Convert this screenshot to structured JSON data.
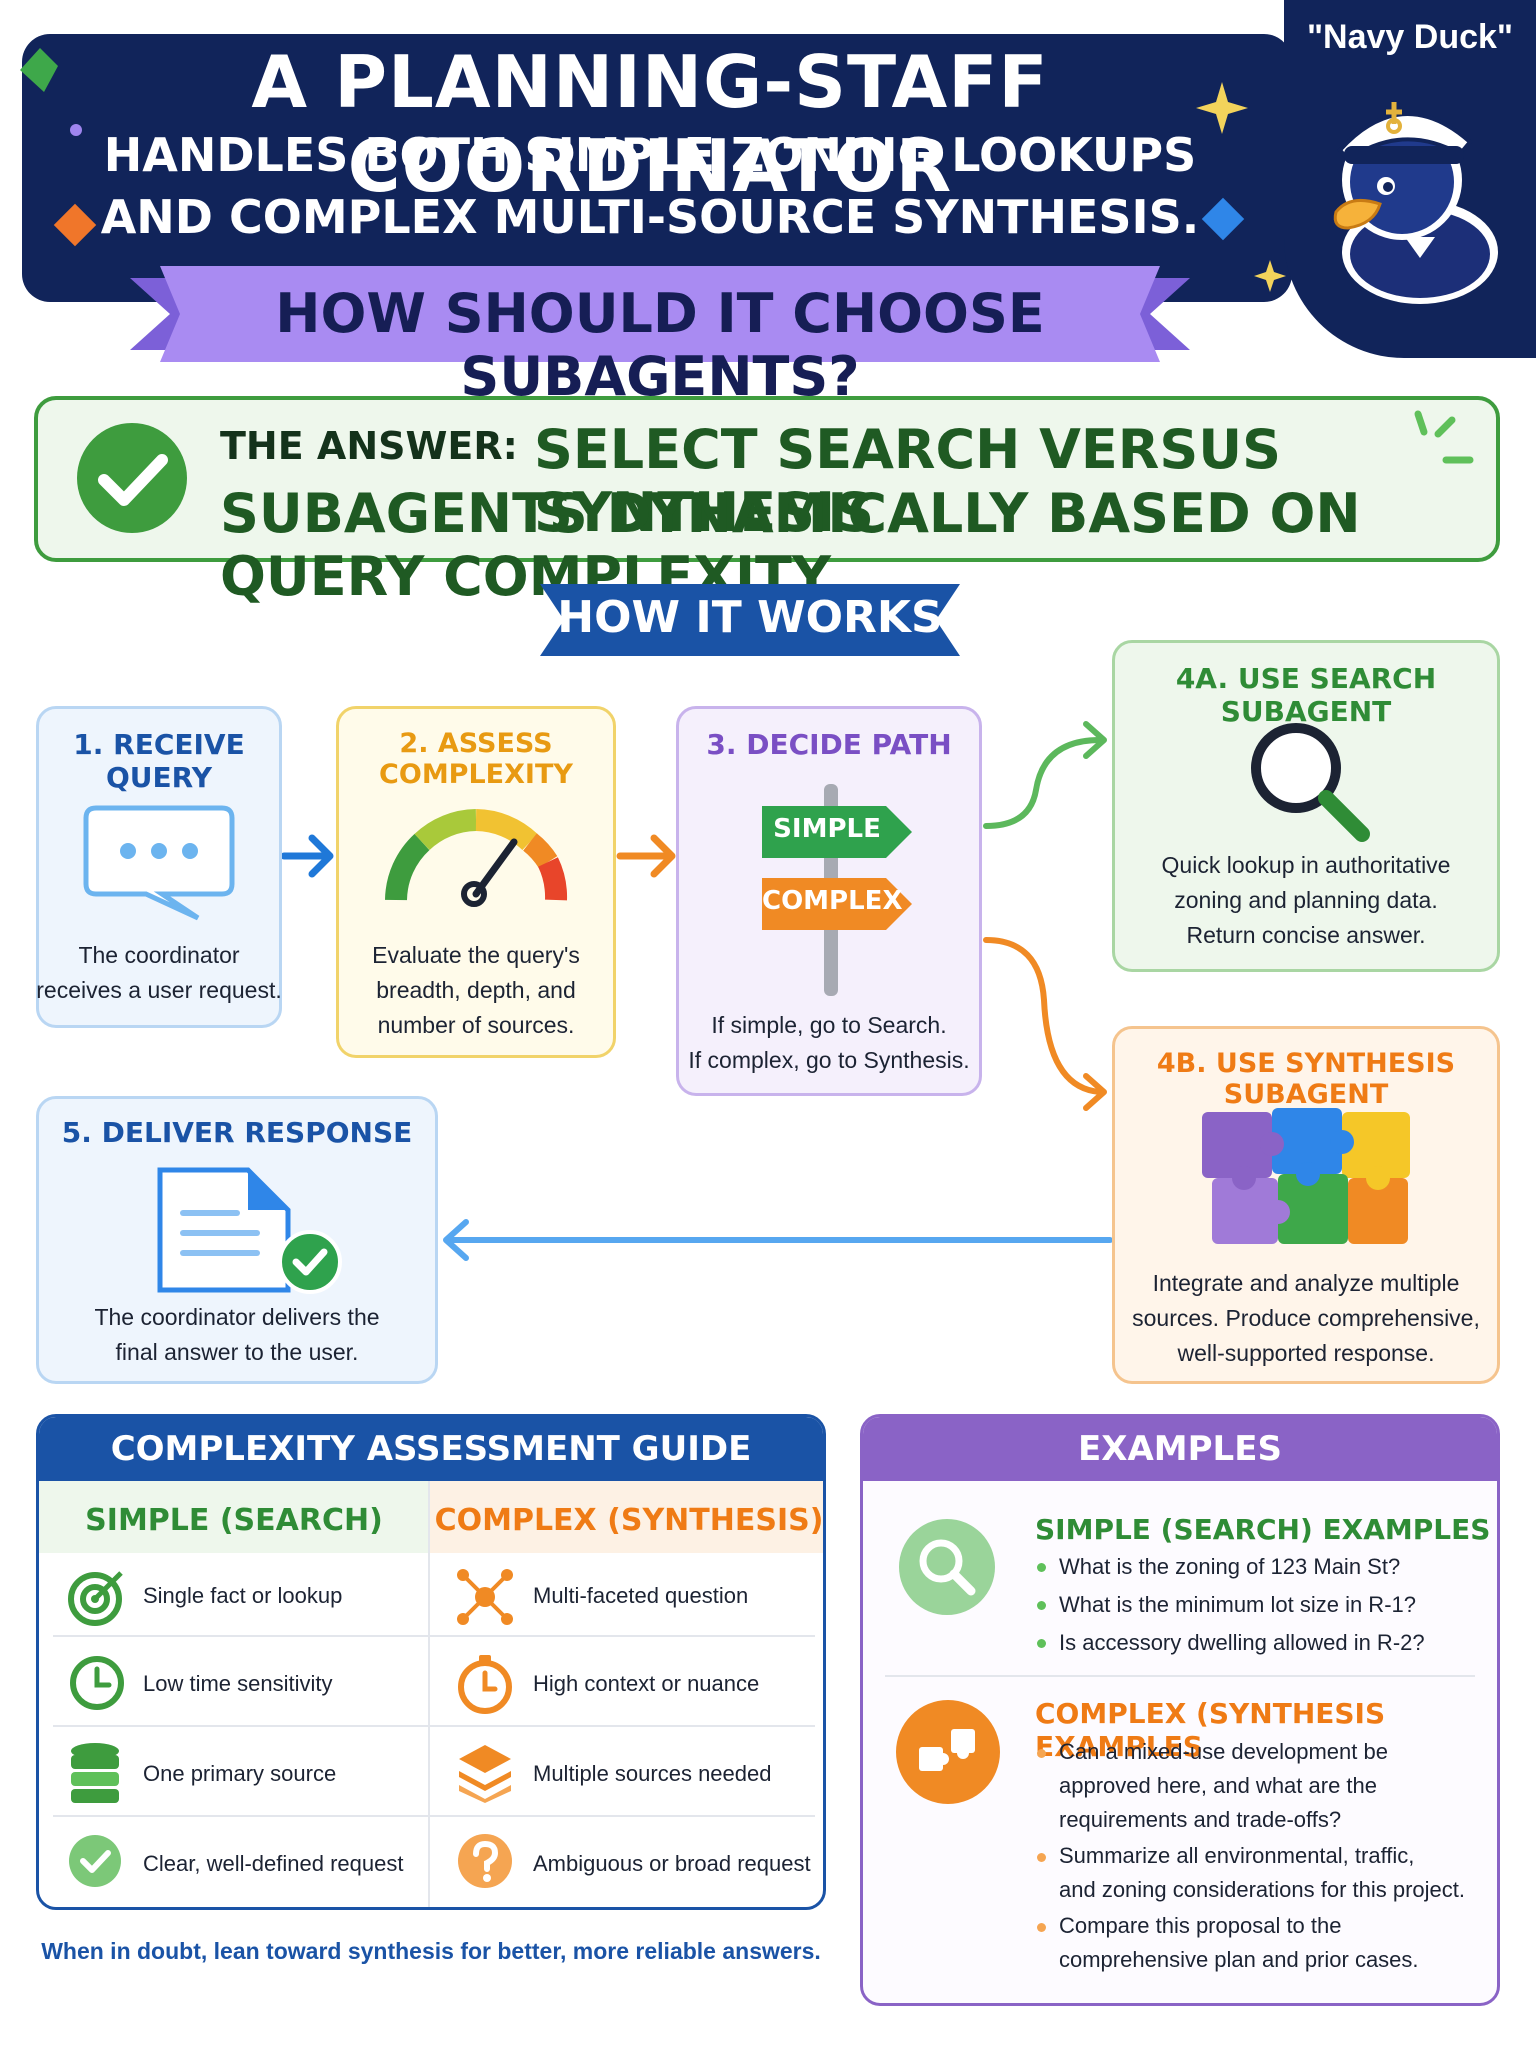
{
  "header": {
    "line1": "A PLANNING-STAFF COORDINATOR",
    "line2": "HANDLES BOTH SIMPLE ZONING LOOKUPS",
    "line3": "AND COMPLEX MULTI-SOURCE SYNTHESIS.",
    "question": "HOW SHOULD IT CHOOSE SUBAGENTS?"
  },
  "mascot": {
    "name": "\"Navy Duck\""
  },
  "answer": {
    "label": "THE ANSWER:",
    "line1": "SELECT SEARCH VERSUS SYNTHESIS",
    "line2": "SUBAGENTS DYNAMICALLY BASED ON QUERY COMPLEXITY"
  },
  "how_it_works": {
    "title": "HOW IT WORKS"
  },
  "steps": {
    "receive": {
      "title": "1. RECEIVE QUERY",
      "desc1": "The coordinator",
      "desc2": "receives a user request."
    },
    "assess": {
      "title": "2. ASSESS COMPLEXITY",
      "desc1": "Evaluate the query's",
      "desc2": "breadth, depth, and",
      "desc3": "number of sources."
    },
    "decide": {
      "title": "3. DECIDE PATH",
      "sign_simple": "SIMPLE",
      "sign_complex": "COMPLEX",
      "desc1": "If simple, go to Search.",
      "desc2": "If complex, go to Synthesis."
    },
    "search": {
      "title": "4A. USE SEARCH SUBAGENT",
      "desc1": "Quick lookup in authoritative",
      "desc2": "zoning and planning data.",
      "desc3": "Return concise answer."
    },
    "synthesis": {
      "title": "4B. USE SYNTHESIS SUBAGENT",
      "desc1": "Integrate and analyze multiple",
      "desc2": "sources. Produce comprehensive,",
      "desc3": "well-supported response."
    },
    "deliver": {
      "title": "5. DELIVER RESPONSE",
      "desc1": "The coordinator delivers the",
      "desc2": "final answer to the user."
    }
  },
  "guide": {
    "title": "COMPLEXITY ASSESSMENT GUIDE",
    "simple_header": "SIMPLE (SEARCH)",
    "complex_header": "COMPLEX (SYNTHESIS)",
    "simple_rows": [
      "Single fact or lookup",
      "Low time sensitivity",
      "One primary source",
      "Clear, well-defined request"
    ],
    "complex_rows": [
      "Multi-faceted question",
      "High context or nuance",
      "Multiple sources needed",
      "Ambiguous or broad request"
    ],
    "tip": "When in doubt, lean toward synthesis for better, more reliable answers."
  },
  "examples": {
    "title": "EXAMPLES",
    "simple_title": "SIMPLE (SEARCH) EXAMPLES",
    "simple_items": [
      "What is the zoning of 123 Main St?",
      "What is the minimum lot size in R-1?",
      "Is accessory dwelling allowed in R-2?"
    ],
    "complex_title": "COMPLEX (SYNTHESIS EXAMPLES",
    "complex_items": [
      [
        "Can a mixed-use development be",
        "approved here, and what are the",
        "requirements and trade-offs?"
      ],
      [
        "Summarize all environmental, traffic,",
        "and zoning considerations for this project."
      ],
      [
        "Compare this proposal to the",
        "comprehensive plan and prior cases."
      ]
    ]
  },
  "colors": {
    "navy": "#11245a",
    "lavender": "#9f85ee",
    "green": "#3e9c3e",
    "blue": "#1a53a6",
    "orange": "#f08a24",
    "yellow": "#f1c232",
    "purple": "#8a63c6"
  },
  "icons": [
    "sparkle-icon",
    "duck-mascot",
    "check-circle-icon",
    "chat-bubble-icon",
    "gauge-icon",
    "signpost-icon",
    "magnifier-icon",
    "puzzle-icon",
    "document-check-icon",
    "target-icon",
    "clock-icon",
    "database-icon",
    "network-icon",
    "stopwatch-icon",
    "layers-icon",
    "question-icon"
  ]
}
